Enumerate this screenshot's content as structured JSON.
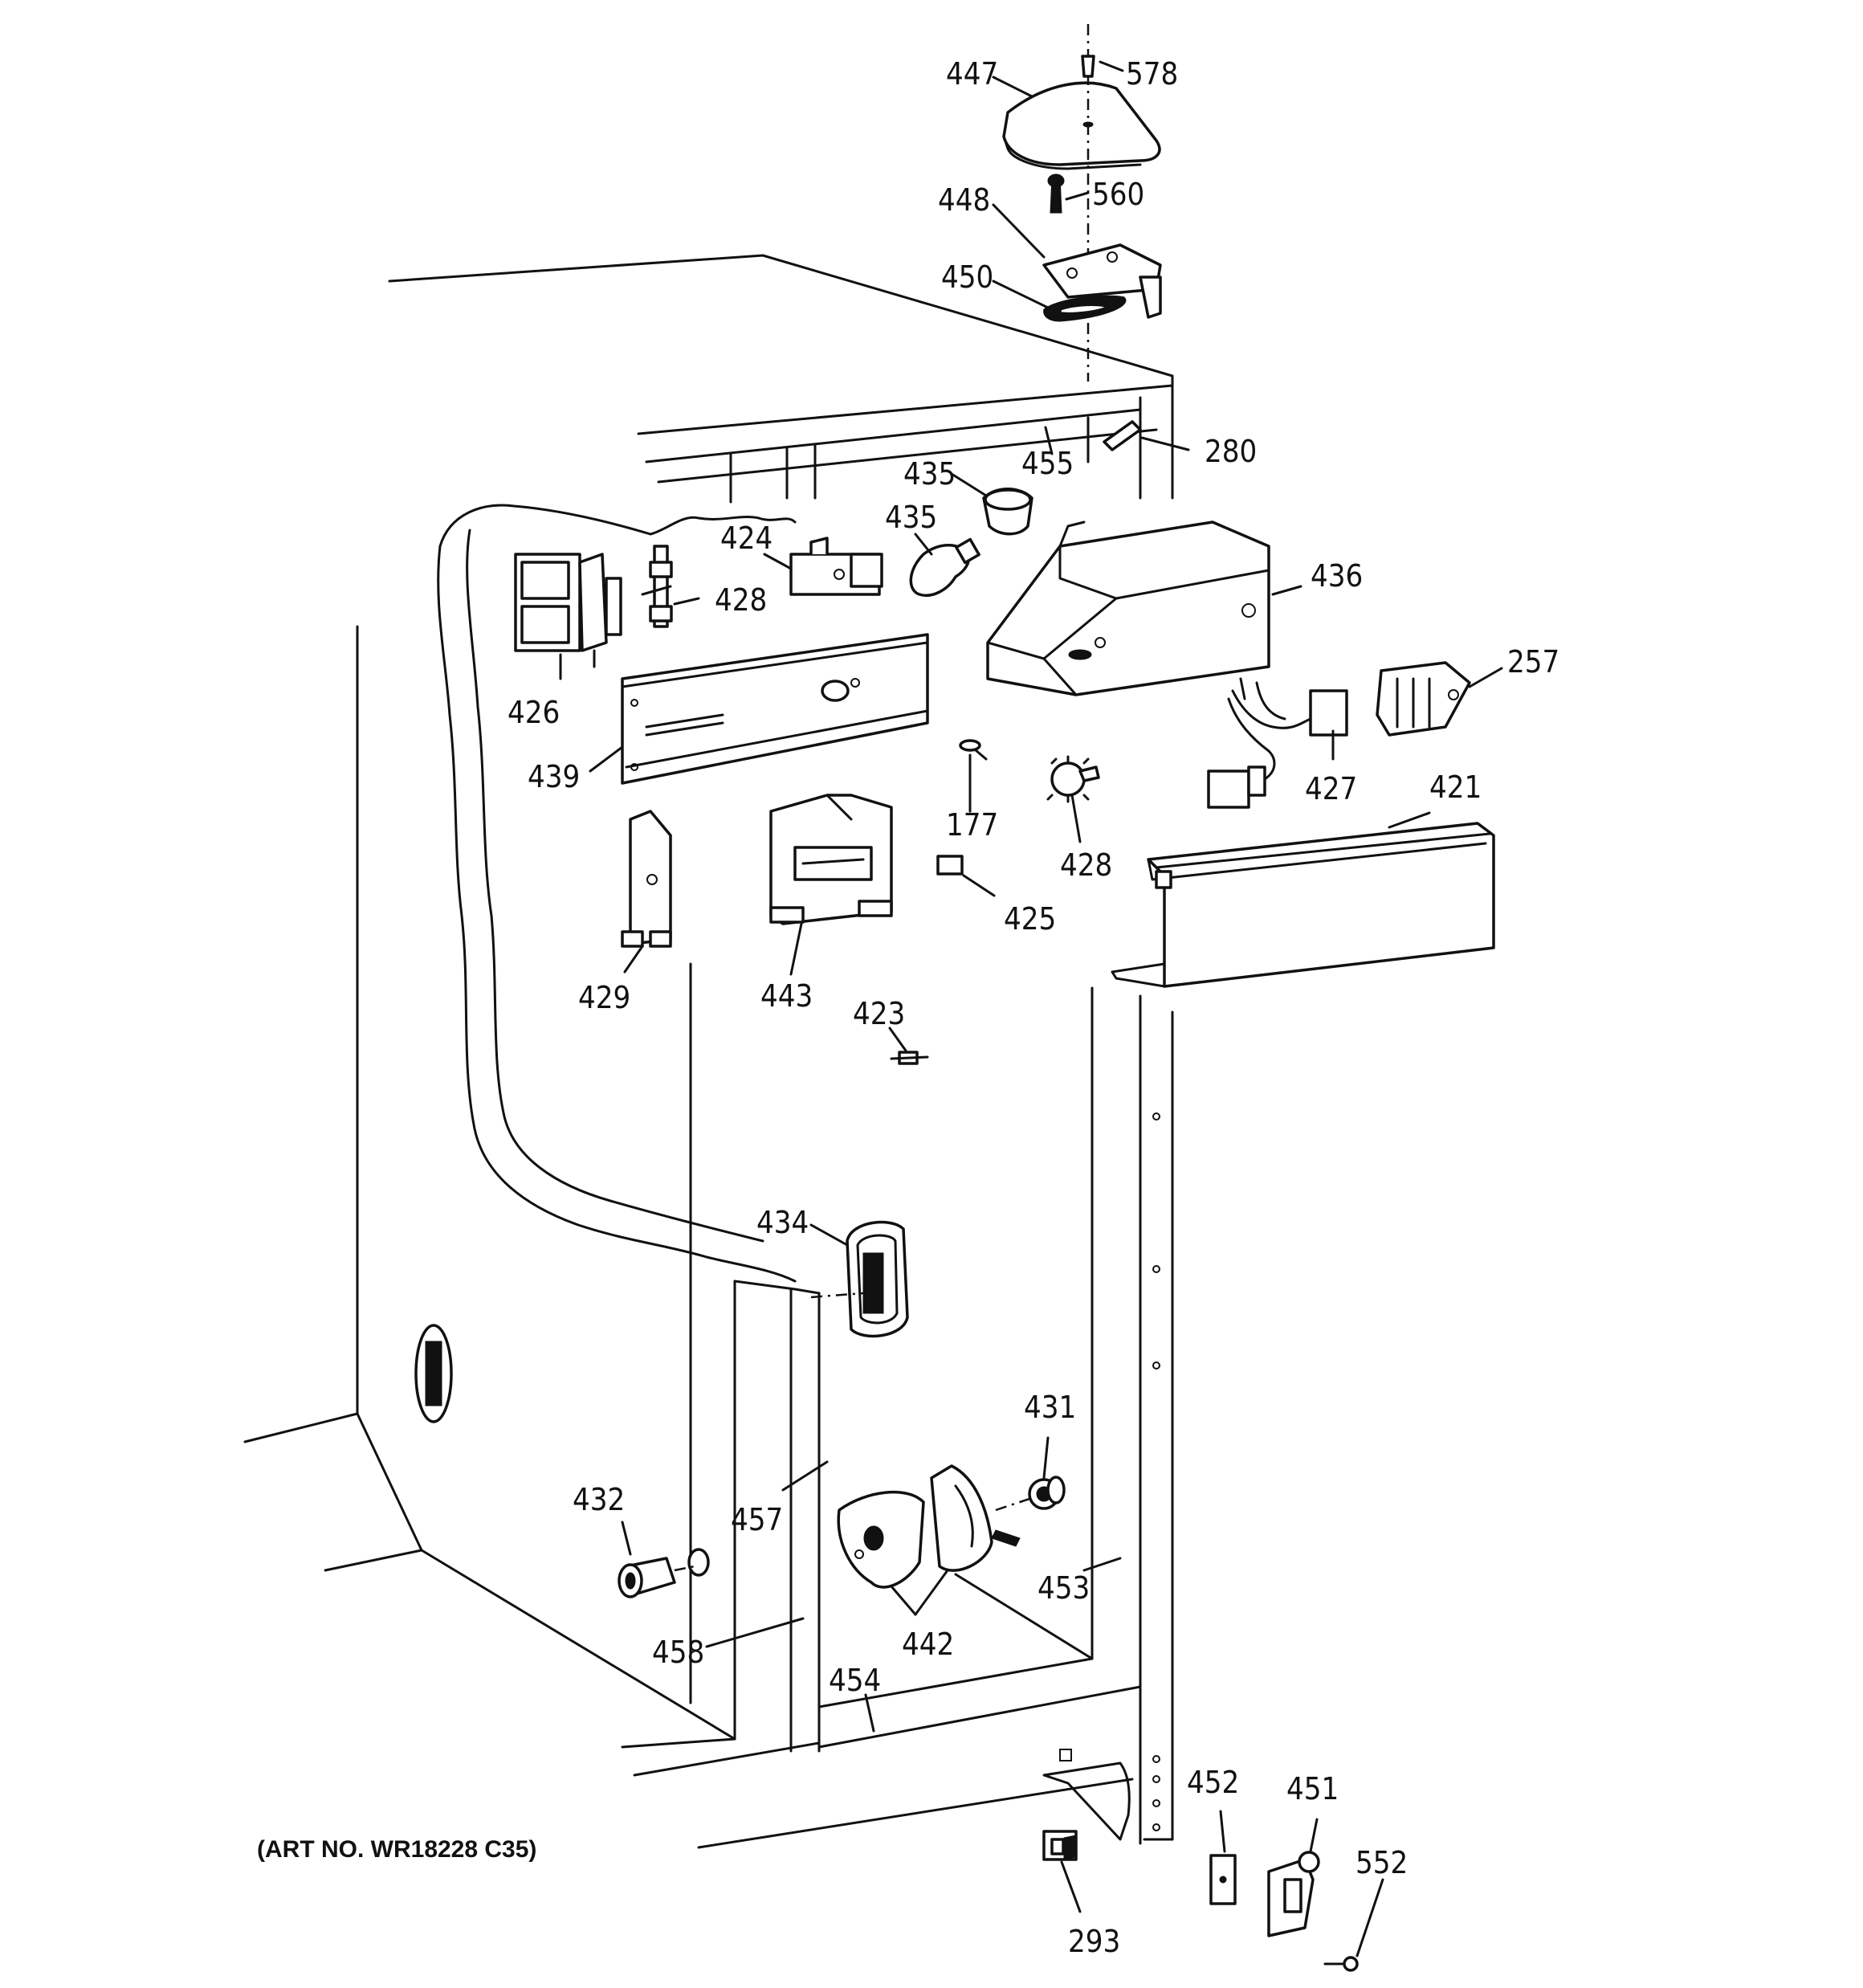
{
  "diagram": {
    "art_no": "(ART NO. WR18228 C35)",
    "callouts": [
      {
        "id": "c447",
        "label": "447"
      },
      {
        "id": "c578",
        "label": "578"
      },
      {
        "id": "c448",
        "label": "448"
      },
      {
        "id": "c560",
        "label": "560"
      },
      {
        "id": "c450",
        "label": "450"
      },
      {
        "id": "c455",
        "label": "455"
      },
      {
        "id": "c280",
        "label": "280"
      },
      {
        "id": "c435a",
        "label": "435"
      },
      {
        "id": "c435b",
        "label": "435"
      },
      {
        "id": "c424",
        "label": "424"
      },
      {
        "id": "c428a",
        "label": "428"
      },
      {
        "id": "c436",
        "label": "436"
      },
      {
        "id": "c426",
        "label": "426"
      },
      {
        "id": "c439",
        "label": "439"
      },
      {
        "id": "c257",
        "label": "257"
      },
      {
        "id": "c427",
        "label": "427"
      },
      {
        "id": "c421",
        "label": "421"
      },
      {
        "id": "c177",
        "label": "177"
      },
      {
        "id": "c428b",
        "label": "428"
      },
      {
        "id": "c425",
        "label": "425"
      },
      {
        "id": "c429",
        "label": "429"
      },
      {
        "id": "c443",
        "label": "443"
      },
      {
        "id": "c423",
        "label": "423"
      },
      {
        "id": "c434",
        "label": "434"
      },
      {
        "id": "c431",
        "label": "431"
      },
      {
        "id": "c432",
        "label": "432"
      },
      {
        "id": "c457",
        "label": "457"
      },
      {
        "id": "c453",
        "label": "453"
      },
      {
        "id": "c442",
        "label": "442"
      },
      {
        "id": "c458",
        "label": "458"
      },
      {
        "id": "c454",
        "label": "454"
      },
      {
        "id": "c452",
        "label": "452"
      },
      {
        "id": "c451",
        "label": "451"
      },
      {
        "id": "c552",
        "label": "552"
      },
      {
        "id": "c293",
        "label": "293"
      }
    ]
  }
}
